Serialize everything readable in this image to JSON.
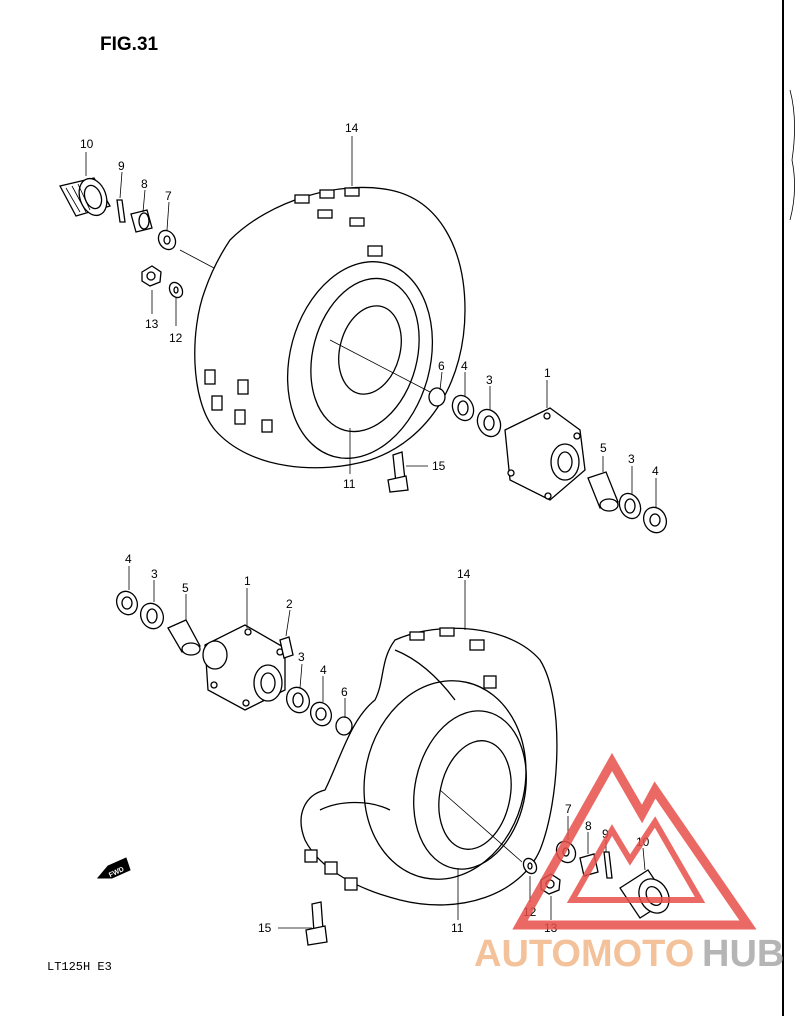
{
  "figure": {
    "title": "FIG.31",
    "model": "LT125H E3"
  },
  "direction_badge": "FWD",
  "watermark": {
    "text_a": "AUTOMOTO",
    "text_b": "HUB",
    "color_a": "#f2b88a",
    "color_b": "#a9a9a9",
    "triangle_color": "#e8504a"
  },
  "top_assembly": {
    "callouts": {
      "n10": "10",
      "n9": "9",
      "n8": "8",
      "n7": "7",
      "n13": "13",
      "n12": "12",
      "n14": "14",
      "n6": "6",
      "n4a": "4",
      "n3a": "3",
      "n1": "1",
      "n11": "11",
      "n15": "15",
      "n5": "5",
      "n3b": "3",
      "n4b": "4"
    }
  },
  "bottom_assembly": {
    "callouts": {
      "n4a": "4",
      "n3a": "3",
      "n5": "5",
      "n1": "1",
      "n2": "2",
      "n3b": "3",
      "n4b": "4",
      "n6": "6",
      "n14": "14",
      "n7": "7",
      "n8": "8",
      "n9": "9",
      "n10": "10",
      "n12": "12",
      "n13": "13",
      "n11": "11",
      "n15": "15"
    }
  }
}
